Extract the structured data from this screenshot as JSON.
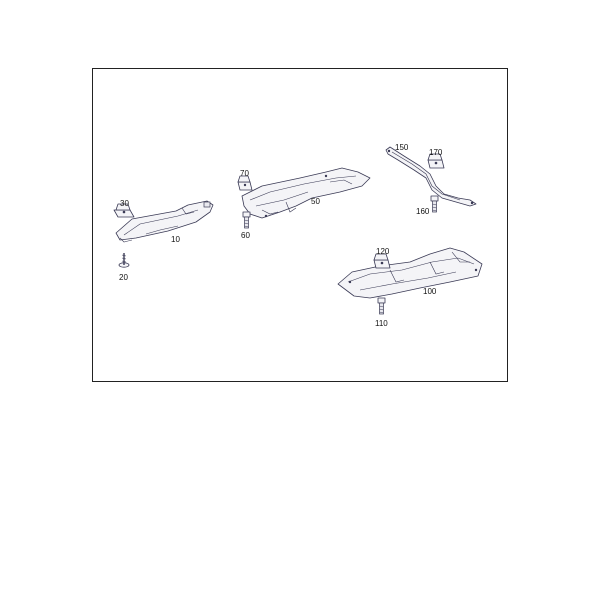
{
  "labels": {
    "p10": "10",
    "p20": "20",
    "p30": "30",
    "p50": "50",
    "p60": "60",
    "p70": "70",
    "p100": "100",
    "p110": "110",
    "p120": "120",
    "p150": "150",
    "p160": "160",
    "p170": "170"
  },
  "colors": {
    "line": "#3a3a55",
    "frame": "#222222",
    "background": "#ffffff"
  }
}
